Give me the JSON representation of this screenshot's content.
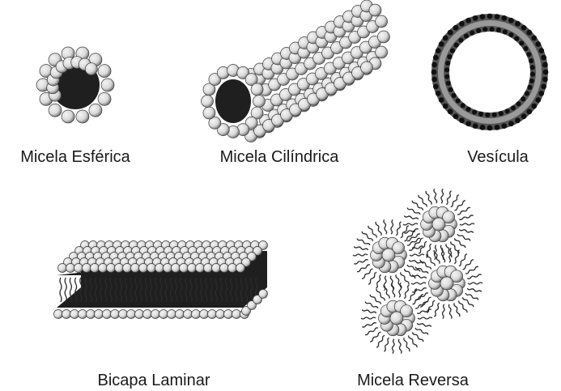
{
  "structures": [
    {
      "id": "spherical",
      "label": "Micela Esférica"
    },
    {
      "id": "cylindrical",
      "label": "Micela Cilíndrica"
    },
    {
      "id": "vesicle",
      "label": "Vesícula"
    },
    {
      "id": "bilayer",
      "label": "Bicapa Laminar"
    },
    {
      "id": "reverse",
      "label": "Micela Reversa"
    }
  ],
  "colors": {
    "head_light": "#d9d9d9",
    "head_dark": "#6e6e6e",
    "tail": "#2b2b2b",
    "core": "#1f1f1f"
  }
}
